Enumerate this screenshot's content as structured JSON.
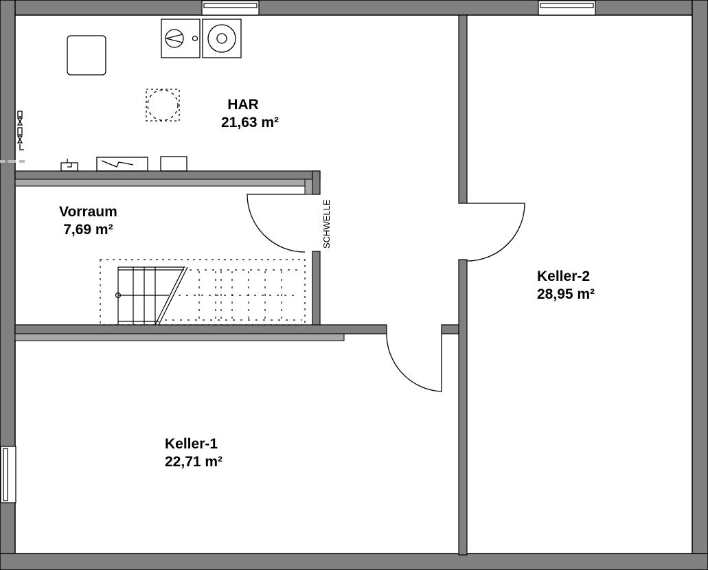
{
  "plan": {
    "colors": {
      "wall": "#808080",
      "wall_light": "#a8a8a8",
      "line": "#000000",
      "floor": "#ffffff"
    },
    "rooms": [
      {
        "id": "har",
        "name": "HAR",
        "area": "21,63 m²"
      },
      {
        "id": "vorraum",
        "name": "Vorraum",
        "area": "7,69 m²"
      },
      {
        "id": "keller1",
        "name": "Keller-1",
        "area": "22,71 m²"
      },
      {
        "id": "keller2",
        "name": "Keller-2",
        "area": "28,95 m²"
      }
    ],
    "annotations": {
      "threshold": "SCHWELLE"
    },
    "fixtures": [
      "washing-machine",
      "dryer",
      "sink",
      "electrical-panel",
      "heater",
      "water-valve",
      "staircase"
    ]
  }
}
